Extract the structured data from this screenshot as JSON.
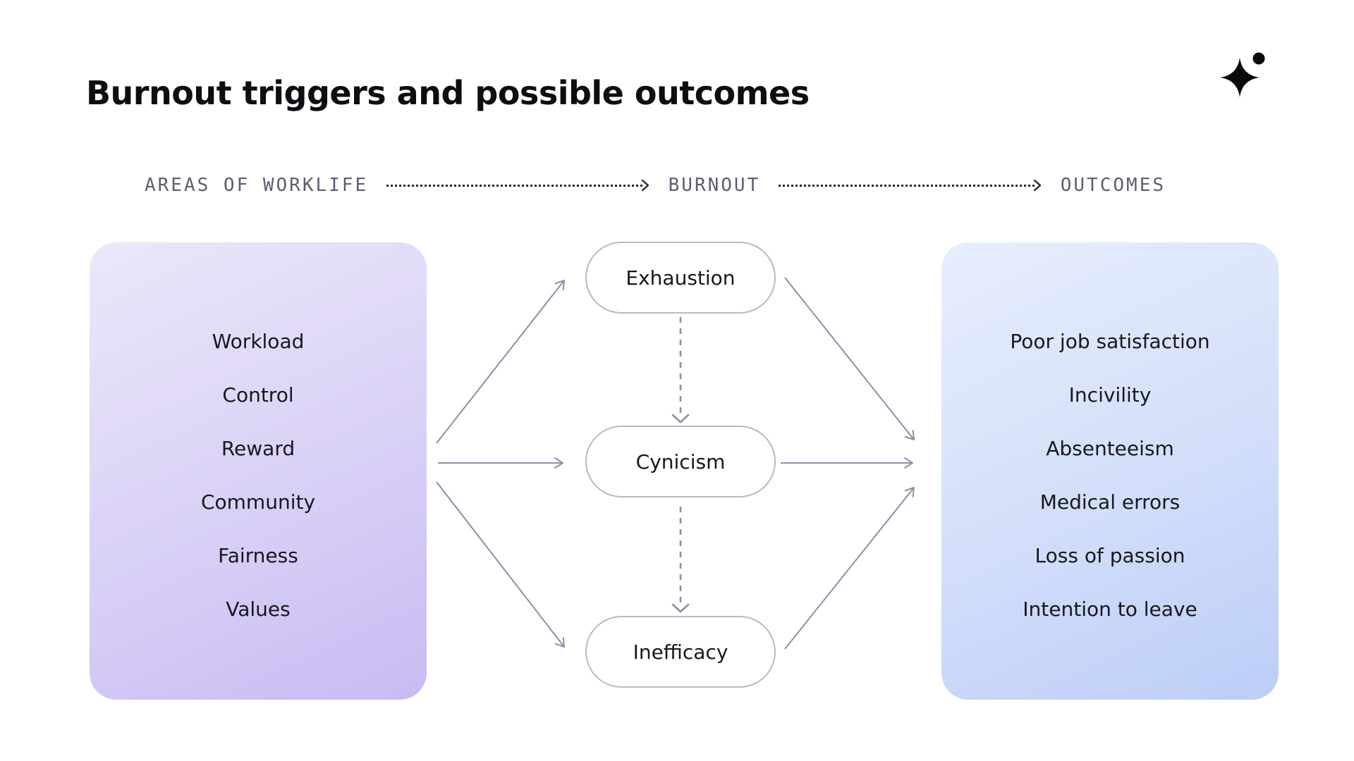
{
  "title": "Burnout triggers and possible outcomes",
  "logo": {
    "icon": "sparkle-with-dot",
    "color": "#0b0b0e"
  },
  "flow_header": {
    "stages": [
      "AREAS OF WORKLIFE",
      "BURNOUT",
      "OUTCOMES"
    ],
    "label_color": "#5e5d71",
    "dotted_arrow_color": "#27272d"
  },
  "areas_panel": {
    "items": [
      "Workload",
      "Control",
      "Reward",
      "Community",
      "Fairness",
      "Values"
    ],
    "gradient_from": "#ECE7FA",
    "gradient_to": "#C8BBF3"
  },
  "burnout_nodes": [
    {
      "label": "Exhaustion"
    },
    {
      "label": "Cynicism"
    },
    {
      "label": "Inefficacy"
    }
  ],
  "outcomes_panel": {
    "items": [
      "Poor job satisfaction",
      "Incivility",
      "Absenteeism",
      "Medical errors",
      "Loss of passion",
      "Intention to leave"
    ],
    "gradient_from": "#E7EEFC",
    "gradient_to": "#BCCDF7"
  },
  "connections": {
    "solid_color": "#8f8ea6",
    "node_border_color": "#b9b9c1",
    "solid": [
      "areas-panel -> exhaustion",
      "areas-panel -> cynicism",
      "areas-panel -> inefficacy",
      "exhaustion -> outcomes-panel",
      "cynicism -> outcomes-panel",
      "inefficacy -> outcomes-panel"
    ],
    "dashed": [
      "exhaustion -> cynicism",
      "cynicism -> inefficacy"
    ]
  }
}
